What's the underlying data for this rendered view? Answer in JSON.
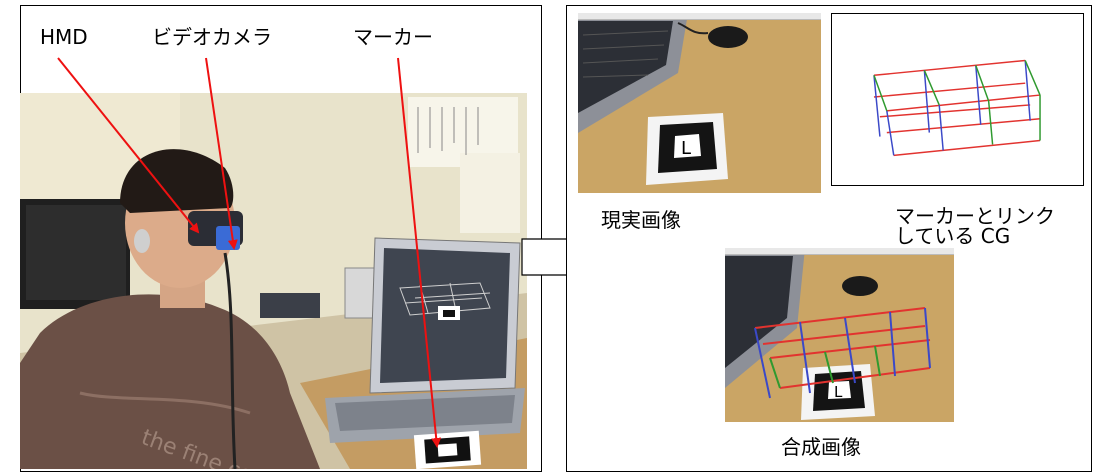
{
  "labels": {
    "hmd": "HMD",
    "video_camera": "ビデオカメラ",
    "marker": "マーカー",
    "real_image": "現実画像",
    "linked_cg_line1": "マーカーとリンク",
    "linked_cg_line2": "している CG",
    "composite_image": "合成画像"
  },
  "marker_letter": "L",
  "colors": {
    "pointer": "#ee1111",
    "wire_red": "#e2332f",
    "wire_blue": "#3b49c8",
    "wire_green": "#2f9a2f",
    "desk": "#c9a66b",
    "wall": "#e9e4cd"
  }
}
